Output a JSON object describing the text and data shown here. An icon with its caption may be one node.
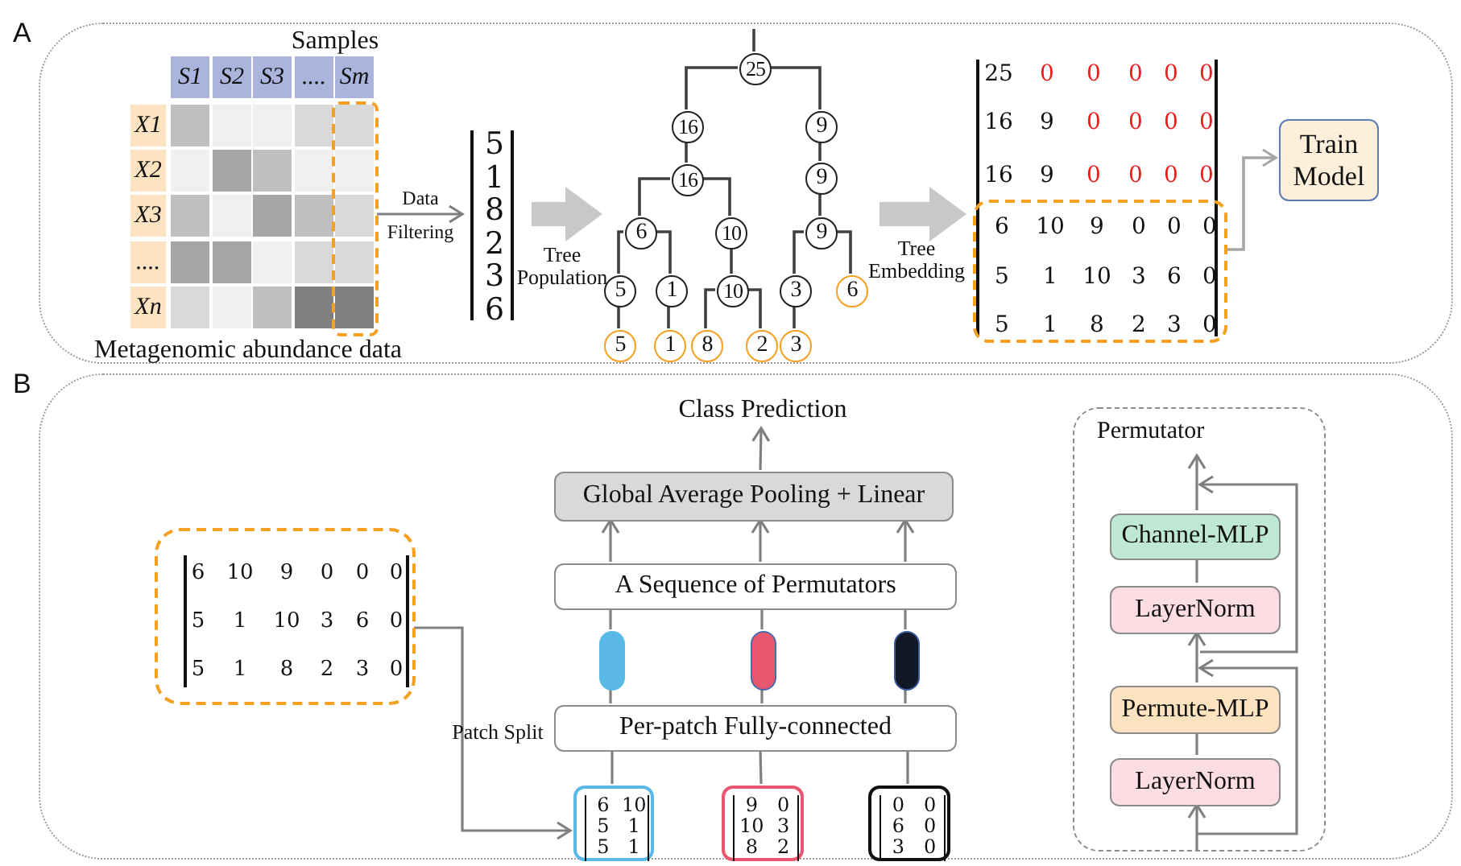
{
  "diagram": {
    "nodes": [
      {
        "text": [
          "A"
        ]
      },
      {
        "text": [
          "Samples",
          "S1",
          "S2",
          "S3",
          "....",
          "Sm",
          "X1",
          "X2",
          "X3",
          "....",
          "Xn",
          "Metagenomic abundance data"
        ],
        "in": 0
      },
      {
        "text": [],
        "shape": "box",
        "in": 1
      },
      {
        "text": [
          "5",
          "1",
          "8",
          "2",
          "3",
          "6"
        ],
        "in": 0
      },
      {
        "text": [
          "25"
        ],
        "in": 0
      },
      {
        "text": [
          "16"
        ],
        "in": 0
      },
      {
        "text": [
          "9"
        ],
        "in": 0
      },
      {
        "text": [
          "16"
        ],
        "in": 0
      },
      {
        "text": [
          "9"
        ],
        "in": 0
      },
      {
        "text": [
          "6"
        ],
        "in": 0
      },
      {
        "text": [
          "10"
        ],
        "in": 0
      },
      {
        "text": [
          "9"
        ],
        "in": 0
      },
      {
        "text": [
          "5"
        ],
        "in": 0
      },
      {
        "text": [
          "1"
        ],
        "in": 0
      },
      {
        "text": [
          "10"
        ],
        "in": 0
      },
      {
        "text": [
          "3"
        ],
        "in": 0
      },
      {
        "text": [
          "6"
        ],
        "in": 0
      },
      {
        "text": [
          "5"
        ],
        "in": 0
      },
      {
        "text": [
          "1"
        ],
        "in": 0
      },
      {
        "text": [
          "8"
        ],
        "in": 0
      },
      {
        "text": [
          "2"
        ],
        "in": 0
      },
      {
        "text": [
          "3"
        ],
        "in": 0
      },
      {
        "text": [
          "25",
          "0",
          "0",
          "0",
          "0",
          "0",
          "16",
          "9",
          "0",
          "0",
          "0",
          "0",
          "16",
          "9",
          "0",
          "0",
          "0",
          "0"
        ],
        "in": 0
      },
      {
        "text": [
          "6",
          "10",
          "9",
          "0",
          "0",
          "0",
          "5",
          "1",
          "10",
          "3",
          "6",
          "0",
          "5",
          "1",
          "8",
          "2",
          "3",
          "0"
        ],
        "in": 22
      },
      {
        "text": [
          "Train Model"
        ],
        "in": 0
      },
      {
        "text": [
          "B"
        ]
      },
      {
        "text": [
          "6",
          "10",
          "9",
          "0",
          "0",
          "0",
          "5",
          "1",
          "10",
          "3",
          "6",
          "0",
          "5",
          "1",
          "8",
          "2",
          "3",
          "0"
        ],
        "in": 25
      },
      {
        "text": [
          "Class Prediction"
        ],
        "in": 25
      },
      {
        "text": [
          "Global Average Pooling + Linear"
        ],
        "in": 25
      },
      {
        "text": [
          "A Sequence of Permutators"
        ],
        "in": 25
      },
      {
        "text": [],
        "shape": "bar",
        "in": 25
      },
      {
        "text": [],
        "shape": "bar",
        "in": 25
      },
      {
        "text": [],
        "shape": "bar",
        "in": 25
      },
      {
        "text": [
          "Per-patch Fully-connected"
        ],
        "in": 25
      },
      {
        "text": [
          "6",
          "10",
          "5",
          "1",
          "5",
          "1"
        ],
        "in": 25
      },
      {
        "text": [
          "9",
          "0",
          "10",
          "3",
          "8",
          "2"
        ],
        "in": 25
      },
      {
        "text": [
          "0",
          "0",
          "6",
          "0",
          "3",
          "0"
        ],
        "in": 25
      },
      {
        "text": [
          "Permutator"
        ],
        "in": 25
      },
      {
        "text": [
          "Channel-MLP"
        ],
        "in": 37
      },
      {
        "text": [
          "LayerNorm"
        ],
        "in": 37
      },
      {
        "text": [
          "Permute-MLP"
        ],
        "in": 37
      },
      {
        "text": [
          "LayerNorm"
        ],
        "in": 37
      }
    ],
    "edges": [
      {
        "from": 2,
        "to": 3,
        "arrow": "to",
        "label": "Data Filtering"
      },
      {
        "from": 3,
        "to": null,
        "arrow": "to",
        "label": "Tree Population",
        "style": "thick",
        "color": "#c8c8c8"
      },
      {
        "from": null,
        "to": 4,
        "arrow": "none",
        "color": "#404040"
      },
      {
        "from": 4,
        "to": 5,
        "arrow": "none",
        "color": "#404040"
      },
      {
        "from": 4,
        "to": 6,
        "arrow": "none",
        "color": "#404040"
      },
      {
        "from": 5,
        "to": 7,
        "arrow": "none",
        "color": "#404040"
      },
      {
        "from": 6,
        "to": 8,
        "arrow": "none",
        "color": "#404040"
      },
      {
        "from": 7,
        "to": 9,
        "arrow": "none",
        "color": "#404040"
      },
      {
        "from": 7,
        "to": 10,
        "arrow": "none",
        "color": "#404040"
      },
      {
        "from": 8,
        "to": 11,
        "arrow": "none",
        "color": "#404040"
      },
      {
        "from": 9,
        "to": 12,
        "arrow": "none",
        "color": "#404040"
      },
      {
        "from": 9,
        "to": 13,
        "arrow": "none",
        "color": "#404040"
      },
      {
        "from": 10,
        "to": 14,
        "arrow": "none",
        "color": "#404040"
      },
      {
        "from": 11,
        "to": 15,
        "arrow": "none",
        "color": "#404040"
      },
      {
        "from": 11,
        "to": 16,
        "arrow": "none",
        "color": "#404040"
      },
      {
        "from": 12,
        "to": 17,
        "arrow": "none",
        "color": "#404040"
      },
      {
        "from": 13,
        "to": 18,
        "arrow": "none",
        "color": "#404040"
      },
      {
        "from": 14,
        "to": 19,
        "arrow": "none",
        "color": "#404040"
      },
      {
        "from": 14,
        "to": 20,
        "arrow": "none",
        "color": "#404040"
      },
      {
        "from": 15,
        "to": 21,
        "arrow": "none",
        "color": "#404040"
      },
      {
        "from": null,
        "to": 22,
        "arrow": "to",
        "label": "Tree Embedding",
        "style": "thick",
        "color": "#c8c8c8"
      },
      {
        "from": 23,
        "to": 24,
        "arrow": "to",
        "color": "#a6a6a6"
      },
      {
        "from": 26,
        "to": 34,
        "arrow": "to",
        "label": "Patch Split"
      },
      {
        "from": 34,
        "to": 33,
        "arrow": "none"
      },
      {
        "from": 35,
        "to": 33,
        "arrow": "none"
      },
      {
        "from": 36,
        "to": 33,
        "arrow": "none"
      },
      {
        "from": 33,
        "to": 30,
        "arrow": "none"
      },
      {
        "from": 33,
        "to": 31,
        "arrow": "none"
      },
      {
        "from": 33,
        "to": 32,
        "arrow": "none"
      },
      {
        "from": 30,
        "to": 29,
        "arrow": "none"
      },
      {
        "from": 31,
        "to": 29,
        "arrow": "none"
      },
      {
        "from": 32,
        "to": 29,
        "arrow": "none"
      },
      {
        "from": 29,
        "to": 28,
        "arrow": "to"
      },
      {
        "from": 29,
        "to": 28,
        "arrow": "to"
      },
      {
        "from": 29,
        "to": 28,
        "arrow": "to"
      },
      {
        "from": 28,
        "to": 27,
        "arrow": "to"
      },
      {
        "from": null,
        "to": 41,
        "arrow": "to"
      },
      {
        "from": 41,
        "to": 40,
        "arrow": "none"
      },
      {
        "from": 40,
        "to": 39,
        "arrow": "to"
      },
      {
        "from": 39,
        "to": 38,
        "arrow": "none"
      },
      {
        "from": 38,
        "to": null,
        "arrow": "to"
      },
      {
        "from": null,
        "to": 39,
        "arrow": "to"
      },
      {
        "from": 39,
        "to": 38,
        "arrow": "to"
      }
    ]
  }
}
